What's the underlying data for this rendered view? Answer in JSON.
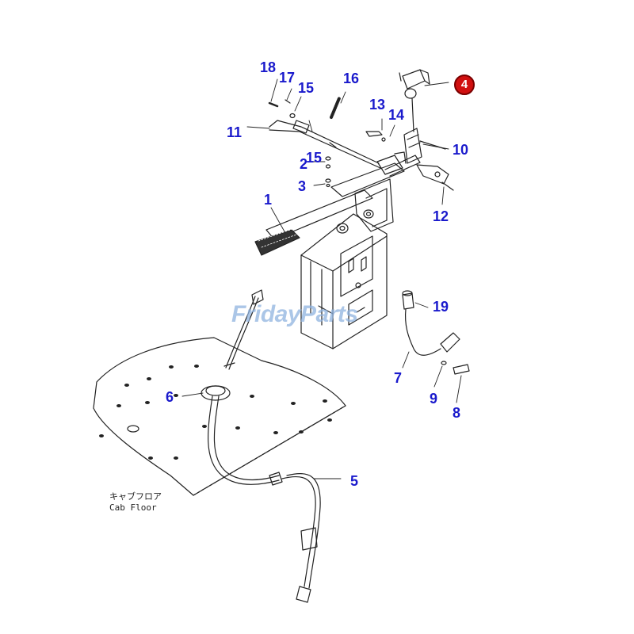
{
  "colors": {
    "callout": "#1a1acc",
    "highlight": "#d11010",
    "line": "#222222",
    "watermark": "#8fb3e0"
  },
  "watermark": "FridayParts",
  "floor_label_jp": "キャブフロア",
  "floor_label_en": "Cab Floor",
  "highlighted_part": "4",
  "callouts": {
    "c1": "1",
    "c2": "2",
    "c3": "3",
    "c5": "5",
    "c6": "6",
    "c7": "7",
    "c8": "8",
    "c9": "9",
    "c10": "10",
    "c11": "11",
    "c12": "12",
    "c13": "13",
    "c14": "14",
    "c15a": "15",
    "c15b": "15",
    "c16": "16",
    "c17": "17",
    "c18": "18",
    "c19": "19"
  }
}
